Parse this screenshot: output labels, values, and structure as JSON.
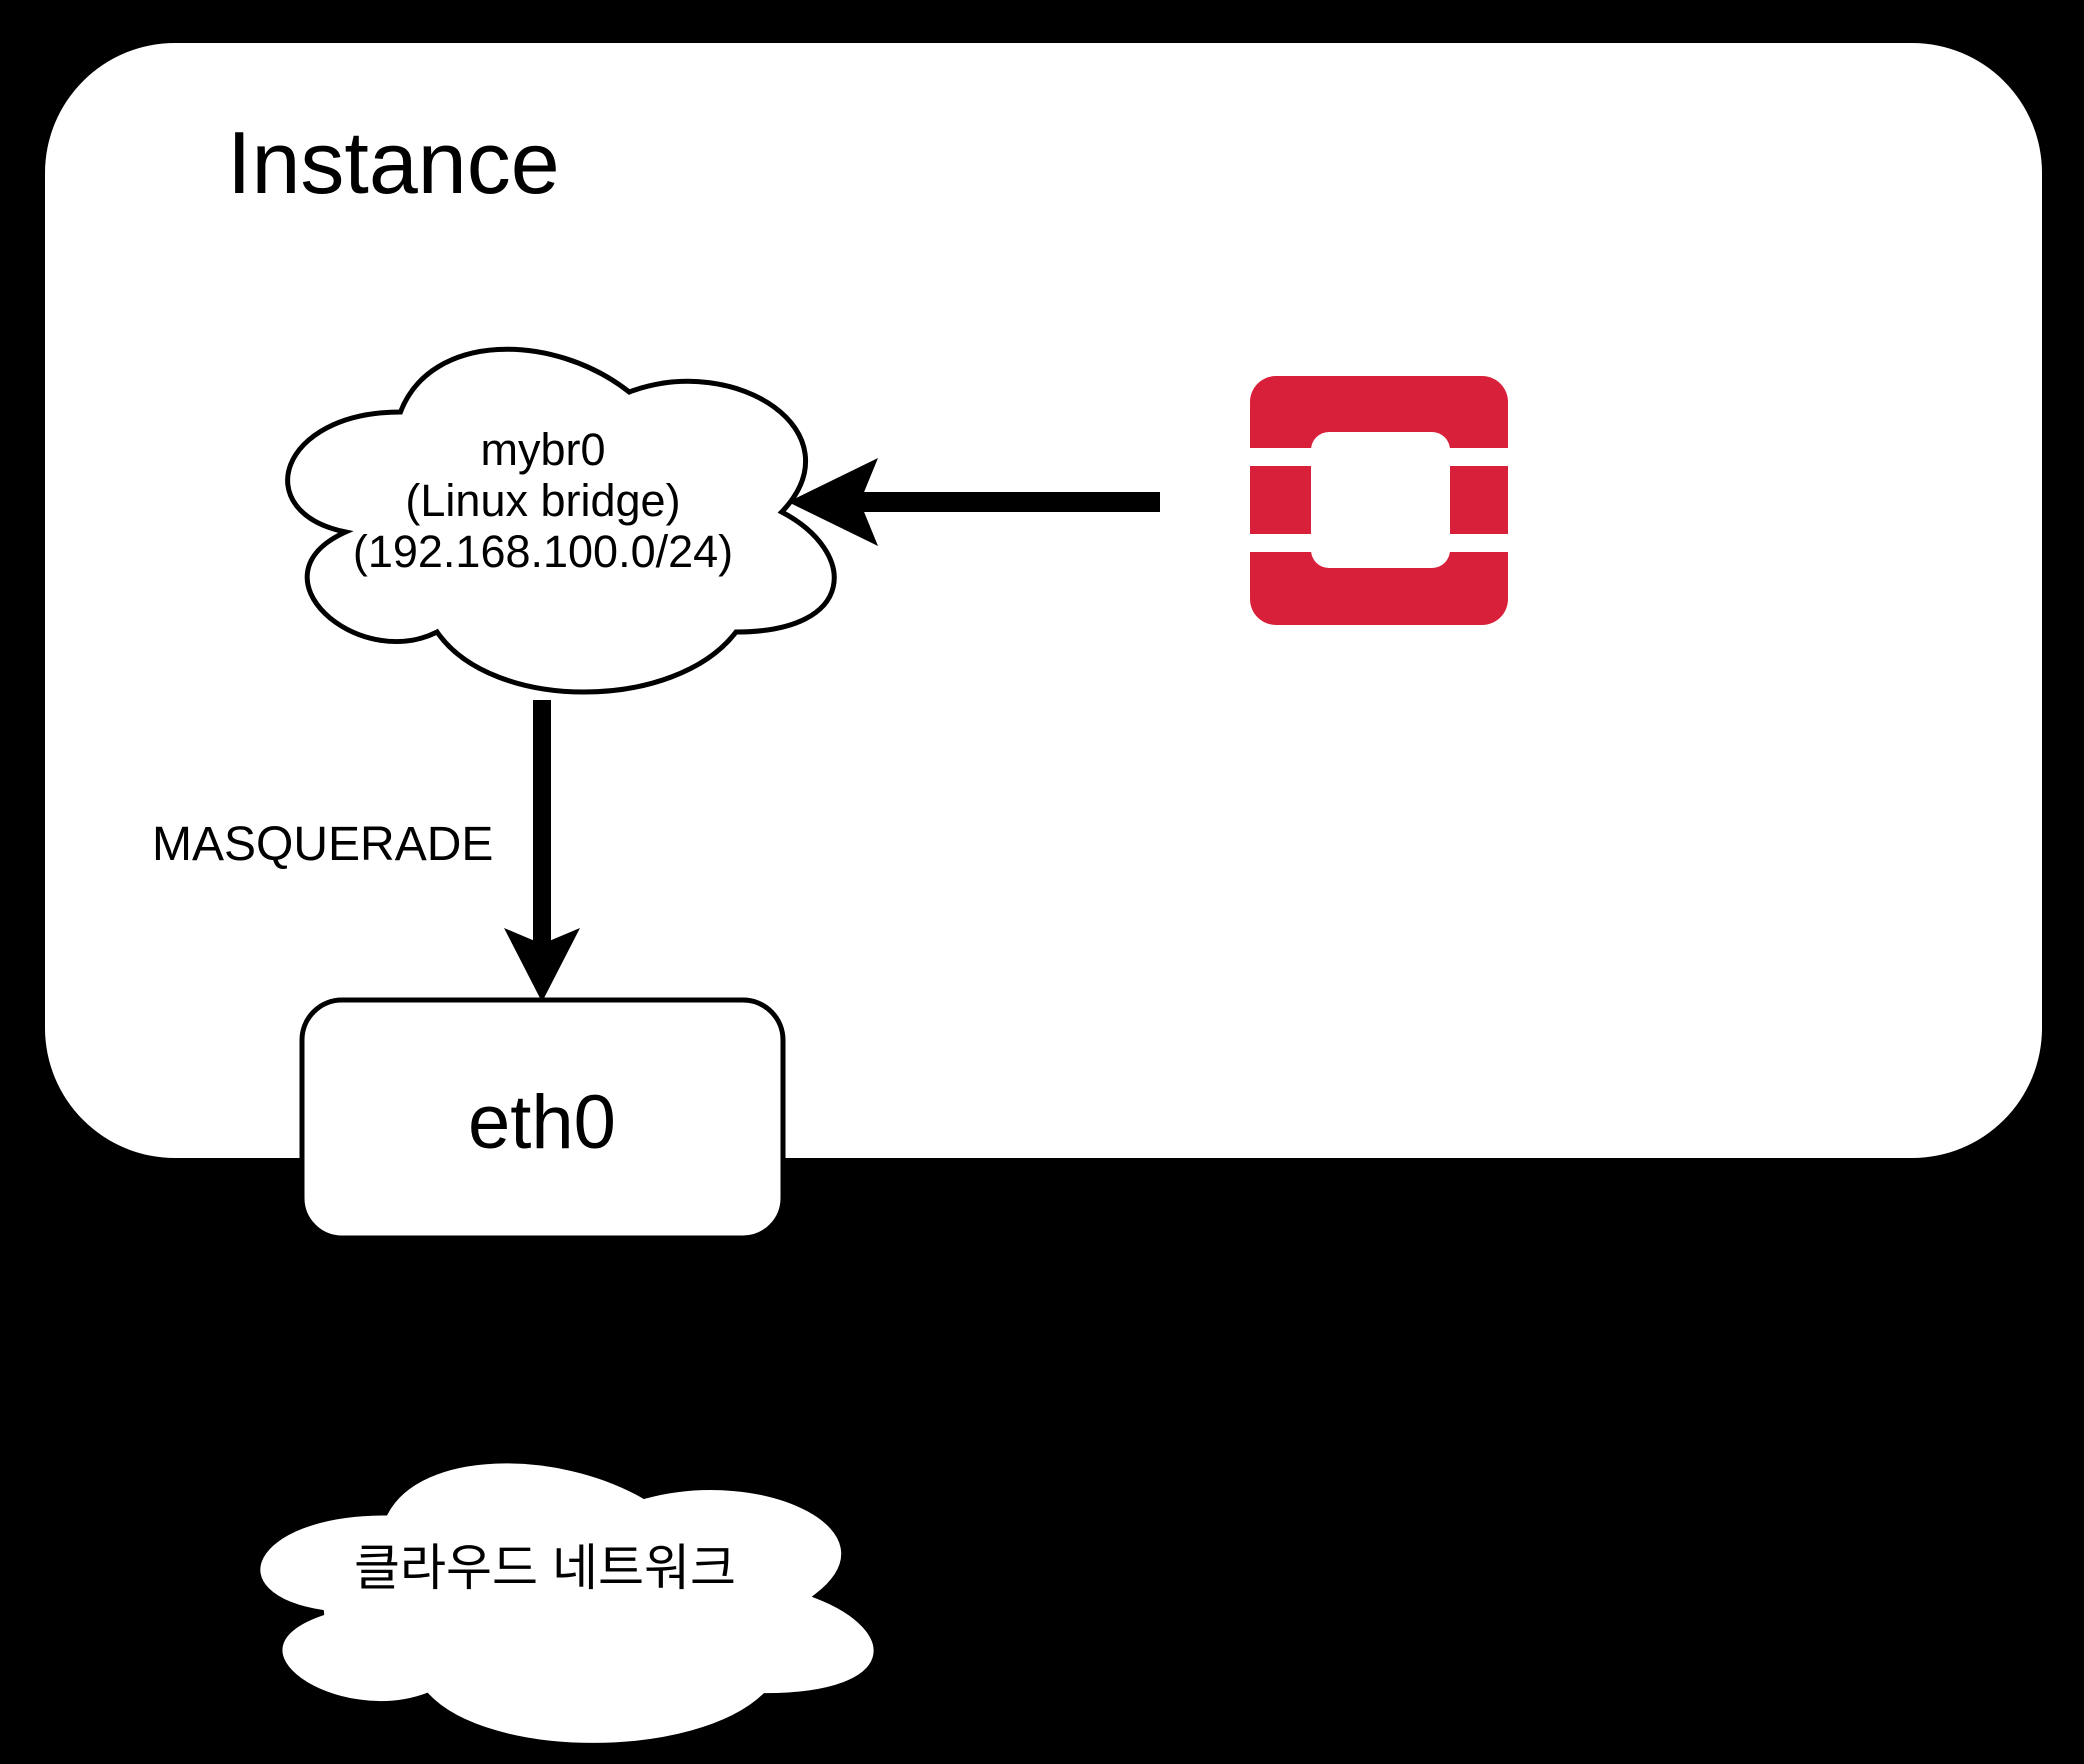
{
  "diagram": {
    "title": "Instance",
    "bridge_cloud": {
      "name": "mybr0",
      "type": "(Linux bridge)",
      "subnet": "(192.168.100.0/24)"
    },
    "masquerade_label": "MASQUERADE",
    "eth0_label": "eth0",
    "external_cloud_label": "클라우드 네트워크"
  },
  "icons": {
    "openstack_logo": "openstack-logo"
  },
  "colors": {
    "background": "#000000",
    "panel": "#ffffff",
    "line": "#000000",
    "openstack_red": "#d8203a"
  }
}
